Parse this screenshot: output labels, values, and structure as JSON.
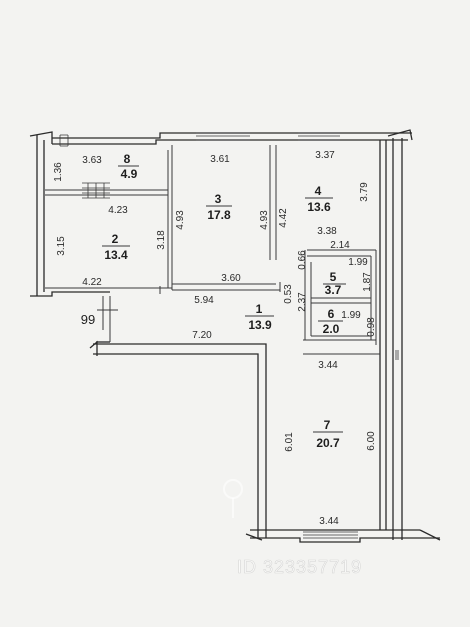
{
  "rooms": [
    {
      "id": "room-1",
      "number": "1",
      "area": "13.9"
    },
    {
      "id": "room-2",
      "number": "2",
      "area": "13.4"
    },
    {
      "id": "room-3",
      "number": "3",
      "area": "17.8"
    },
    {
      "id": "room-4",
      "number": "4",
      "area": "13.6"
    },
    {
      "id": "room-5",
      "number": "5",
      "area": "3.7"
    },
    {
      "id": "room-6",
      "number": "6",
      "area": "2.0"
    },
    {
      "id": "room-7",
      "number": "7",
      "area": "20.7"
    },
    {
      "id": "room-8",
      "number": "8",
      "area": "4.9"
    }
  ],
  "dimensions": {
    "d_136": "1.36",
    "d_363": "3.63",
    "d_361": "3.61",
    "d_337": "3.37",
    "d_379": "3.79",
    "d_423": "4.23",
    "d_493a": "4.93",
    "d_493b": "4.93",
    "d_442": "4.42",
    "d_338": "3.38",
    "d_214": "2.14",
    "d_199a": "1.99",
    "d_066": "0.66",
    "d_187": "1.87",
    "d_315": "3.15",
    "d_318": "3.18",
    "d_422": "4.22",
    "d_360": "3.60",
    "d_053": "0.53",
    "d_237": "2.37",
    "d_594": "5.94",
    "d_199b": "1.99",
    "d_098": "0.98",
    "d_720": "7.20",
    "d_344a": "3.44",
    "d_601": "6.01",
    "d_600": "6.00",
    "d_344b": "3.44",
    "d_99": "99"
  },
  "watermark": {
    "text": "ID 323357719"
  }
}
